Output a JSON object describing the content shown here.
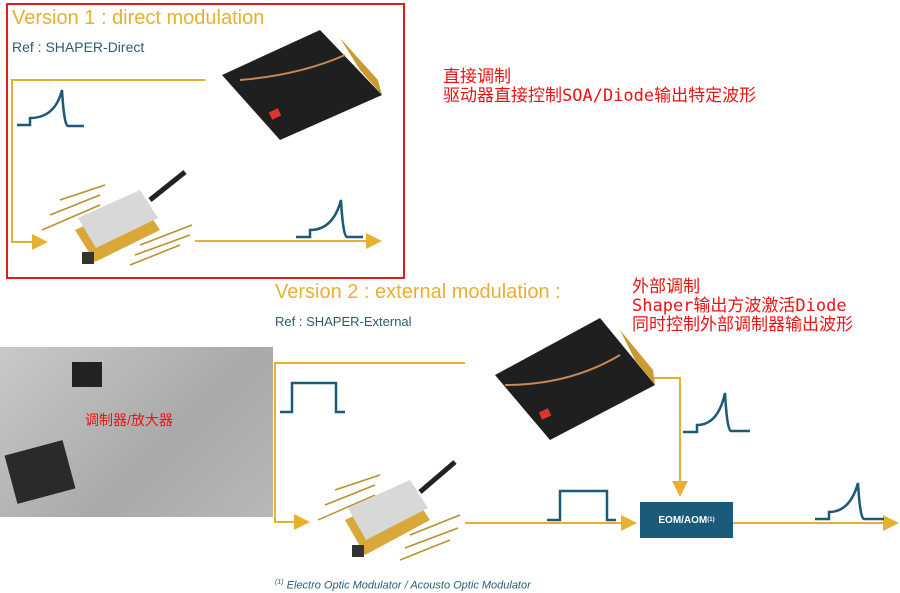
{
  "version1": {
    "title": "Version 1 : direct modulation",
    "ref": "Ref : SHAPER-Direct",
    "note_line1": "直接调制",
    "note_line2": "驱动器直接控制SOA/Diode输出特定波形"
  },
  "version2": {
    "title": "Version 2 : external modulation :",
    "ref": "Ref : SHAPER-External",
    "note_line1": "外部调制",
    "note_line2": "Shaper输出方波激活Diode",
    "note_line3": "同时控制外部调制器输出波形",
    "modulator_label": "EOM/AOM",
    "modulator_sup": "(1)",
    "footnote_sup": "(1)",
    "footnote": "Electro Optic Modulator / Acousto Optic Modulator"
  },
  "photo": {
    "label": "调制器/放大器"
  },
  "colors": {
    "line": "#e8b030",
    "pulse": "#1b5a78",
    "annotation": "#ee1111"
  }
}
